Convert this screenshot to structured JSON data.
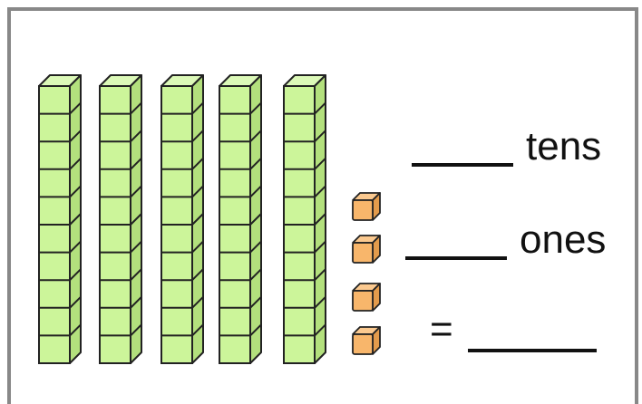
{
  "place_value_model": {
    "tens_rods": 5,
    "cubes_per_rod": 10,
    "ones_cubes": 4
  },
  "worksheet": {
    "tens_label": "tens",
    "ones_label": "ones",
    "equals_sign": "="
  },
  "colors": {
    "rod_fill": "#ccf59a",
    "rod_side": "#b3e07d",
    "rod_top": "#dcf9b8",
    "cube_front": "#f8b66b",
    "cube_side": "#e39b4c",
    "cube_top": "#fbc98f",
    "outline": "#222222",
    "frame_border": "#888888"
  }
}
